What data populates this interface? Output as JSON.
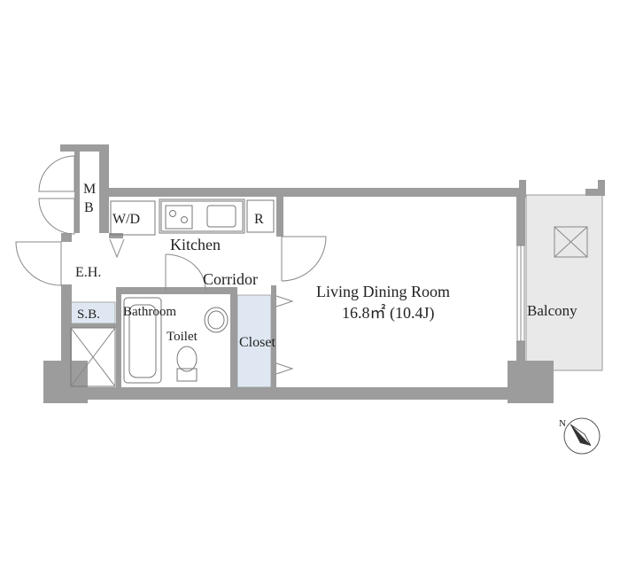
{
  "floorplan": {
    "rooms": {
      "mb_top": "M",
      "mb_bottom": "B",
      "wd": "W/D",
      "refrigerator": "R",
      "kitchen": "Kitchen",
      "entrance_hall": "E.H.",
      "corridor": "Corridor",
      "shoe_box": "S.B.",
      "bathroom": "Bathroom",
      "toilet": "Toilet",
      "closet": "Closet",
      "living_name": "Living Dining Room",
      "living_area": "16.8㎡ (10.4J)",
      "balcony": "Balcony"
    },
    "compass_label": "N",
    "colors": {
      "wall": "#9c9c9c",
      "balcony": "#e9e9e9",
      "storage_highlight": "#dfe8f2",
      "line": "#777777"
    }
  }
}
